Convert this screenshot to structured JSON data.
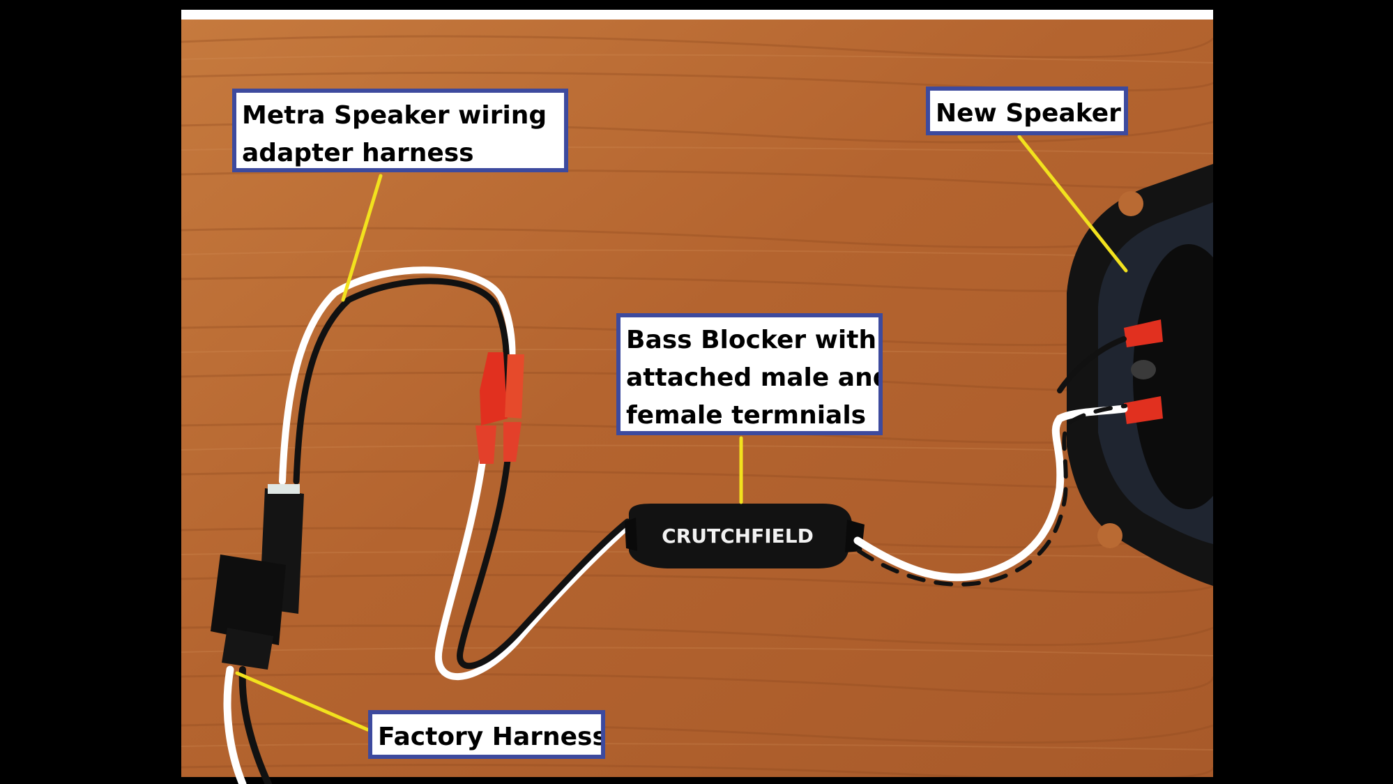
{
  "callouts": {
    "metra": {
      "lines": [
        "Metra Speaker wiring",
        "adapter harness"
      ]
    },
    "new_speaker": {
      "lines": [
        "New Speaker"
      ]
    },
    "bass_blocker": {
      "lines": [
        "Bass Blocker with",
        "attached male and",
        "female termnials"
      ]
    },
    "factory": {
      "lines": [
        "Factory Harness"
      ]
    }
  },
  "logos": {
    "bass_blocker_brand": "CRUTCHFIELD"
  },
  "colors": {
    "frame": "#000000",
    "wood": "#b96a33",
    "callout_border": "#3d4a9e",
    "leader_line": "#f2e21e",
    "terminal": "#e1301f"
  }
}
